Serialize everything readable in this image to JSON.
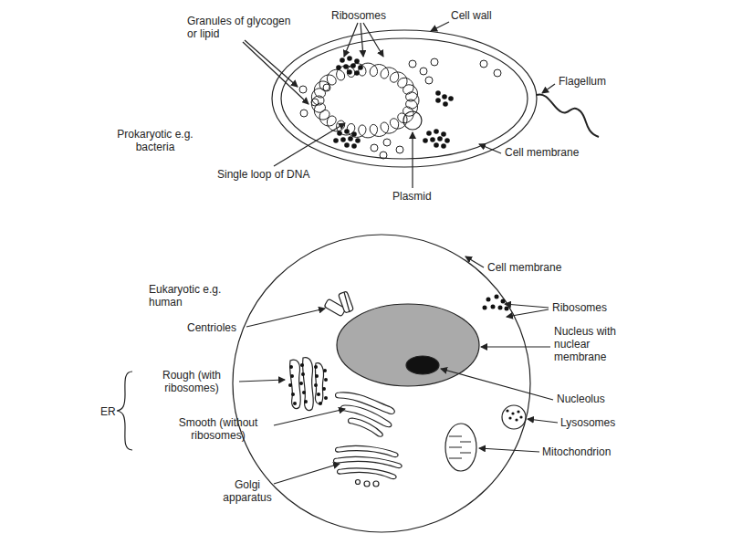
{
  "diagram": {
    "labels": [
      "Ribosomes",
      "Cell wall",
      "Granules of glycogen or lipid",
      "Flagellum",
      "Prokaryotic e.g. bacteria",
      "Cell membrane",
      "Single loop of DNA",
      "Plasmid",
      "Cell membrane",
      "Eukaryotic e.g. human",
      "Ribosomes",
      "Centrioles",
      "Nucleus with nuclear membrane",
      "Rough (with ribosomes)",
      "Nucleolus",
      "ER",
      "Smooth (without ribosomes)",
      "Lysosomes",
      "Mitochondrion",
      "Golgi apparatus"
    ]
  }
}
